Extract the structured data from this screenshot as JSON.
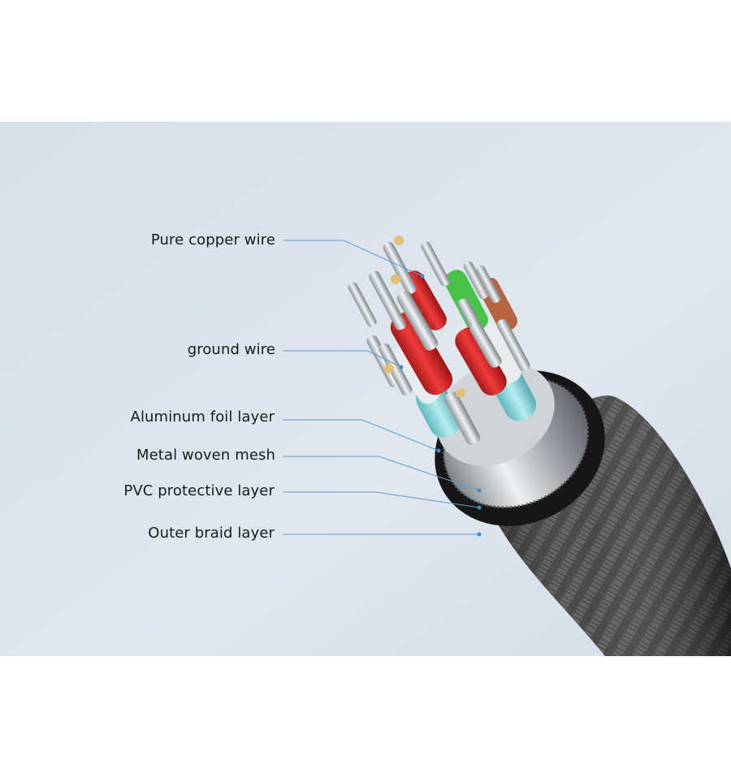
{
  "callouts": [
    {
      "label": "Pure copper wire"
    },
    {
      "label": "ground wire"
    },
    {
      "label": "Aluminum foil layer"
    },
    {
      "label": "Metal woven mesh"
    },
    {
      "label": "PVC protective layer"
    },
    {
      "label": "Outer braid layer"
    }
  ],
  "colors": {
    "background_panel": "#dbe4ee",
    "leader_line": "#5aa0cf",
    "leader_dot": "#3c8fcf",
    "braid": "#4a4a4a",
    "red_wire": "#d62828",
    "green_wire": "#49c24a",
    "brown_wire": "#b5643f",
    "teal_insulation": "#8fd9de",
    "copper_strands": "#c9ccd1"
  }
}
